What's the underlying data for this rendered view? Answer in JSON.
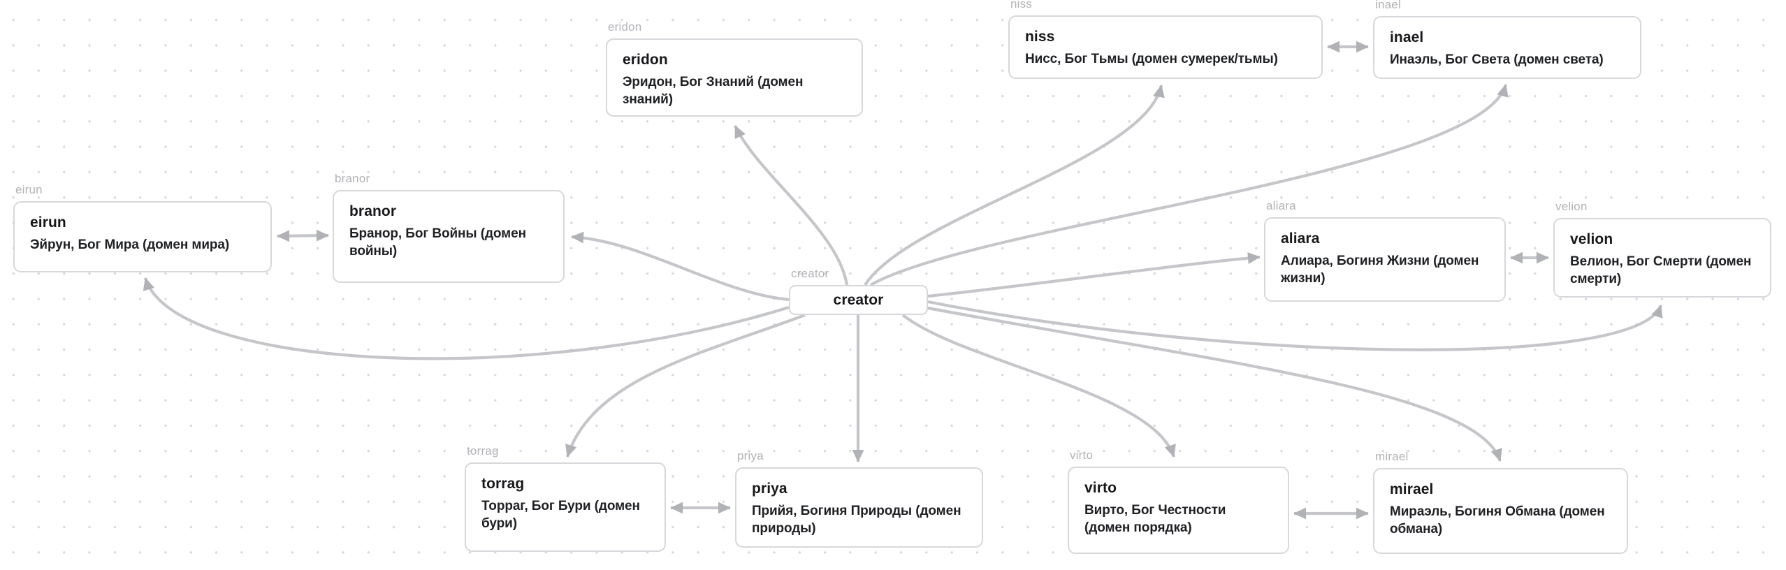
{
  "theme": {
    "bg": "#ffffff",
    "dot": "#d8d9dc",
    "edge": "#c5c6c9",
    "arrow": "#b1b2b6",
    "node_border": "#d7d8db",
    "node_bg": "#ffffff",
    "title": "#18181b",
    "desc": "#1f2023",
    "extlabel": "#b2b3b6"
  },
  "nodes": {
    "creator": {
      "label": "creator",
      "title": "creator",
      "description": ""
    },
    "eridon": {
      "label": "eridon",
      "title": "eridon",
      "description": "Эридон, Бог Знаний (домен знаний)"
    },
    "niss": {
      "label": "niss",
      "title": "niss",
      "description": "Нисс, Бог Тьмы (домен сумерек/тьмы)"
    },
    "inael": {
      "label": "inael",
      "title": "inael",
      "description": "Инаэль, Бог Света (домен света)"
    },
    "eirun": {
      "label": "eirun",
      "title": "eirun",
      "description": "Эйрун, Бог Мира (домен мира)"
    },
    "branor": {
      "label": "branor",
      "title": "branor",
      "description": "Бранор, Бог Войны (домен войны)"
    },
    "aliara": {
      "label": "aliara",
      "title": "aliara",
      "description": "Алиара, Богиня Жизни (домен жизни)"
    },
    "velion": {
      "label": "velion",
      "title": "velion",
      "description": "Велион, Бог Смерти (домен смерти)"
    },
    "torrag": {
      "label": "torrag",
      "title": "torrag",
      "description": "Торраг, Бог Бури (домен бури)"
    },
    "priya": {
      "label": "priya",
      "title": "priya",
      "description": "Прийя, Богиня Природы (домен природы)"
    },
    "virto": {
      "label": "virto",
      "title": "virto",
      "description": "Вирто, Бог Честности (домен порядка)"
    },
    "mirael": {
      "label": "mirael",
      "title": "mirael",
      "description": "Мираэль, Богиня Обмана (домен обмана)"
    }
  },
  "connections": {
    "directed_from_creator": [
      "eridon",
      "niss",
      "inael",
      "branor",
      "eirun",
      "aliara",
      "velion",
      "torrag",
      "priya",
      "virto",
      "mirael"
    ],
    "bidirectional_pairs": [
      [
        "niss",
        "inael"
      ],
      [
        "eirun",
        "branor"
      ],
      [
        "aliara",
        "velion"
      ],
      [
        "torrag",
        "priya"
      ],
      [
        "virto",
        "mirael"
      ]
    ]
  }
}
